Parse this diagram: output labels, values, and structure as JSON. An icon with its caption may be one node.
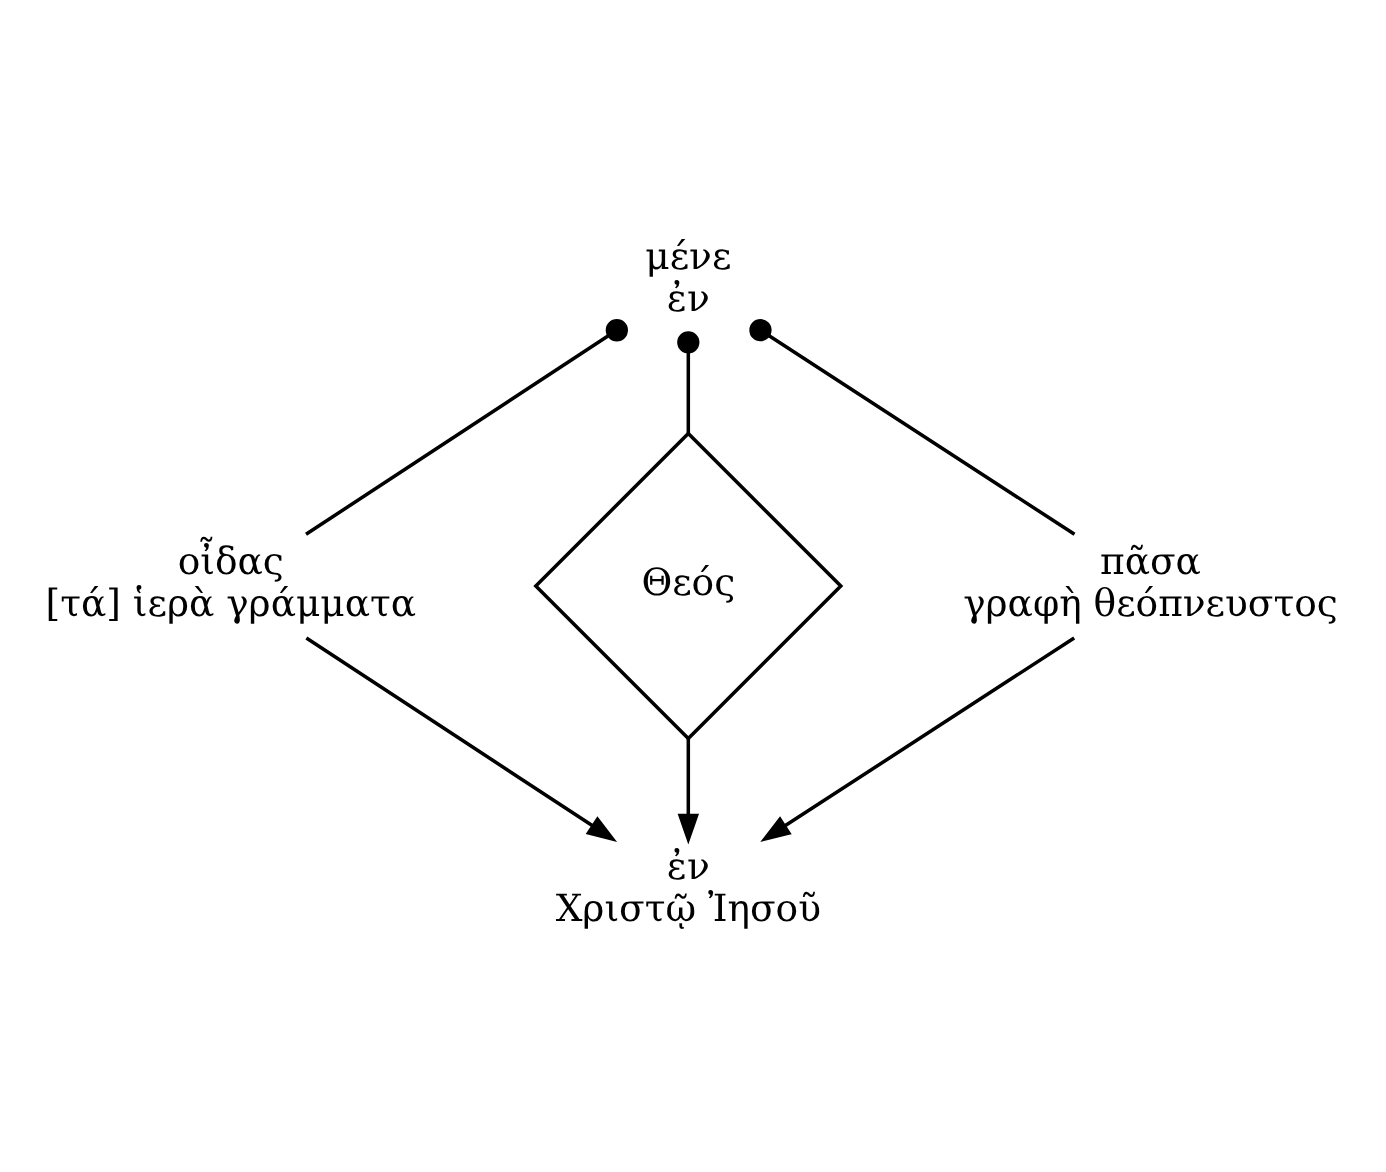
{
  "diagram": {
    "nodes": [
      {
        "text": [
          "μένε",
          "ἐν"
        ]
      },
      {
        "text": [
          "οἶδας",
          "[τά] ἱερὰ γράμματα"
        ]
      },
      {
        "text": [
          "Θεός"
        ]
      },
      {
        "text": [
          "πᾶσα",
          "γραφὴ θεόπνευστος"
        ]
      },
      {
        "text": [
          "ἐν",
          "Χριστῷ Ἰησοῦ"
        ]
      }
    ],
    "edges": [
      {
        "from": 0,
        "to": 1,
        "arrow": "other"
      },
      {
        "from": 0,
        "to": 2,
        "arrow": "other"
      },
      {
        "from": 0,
        "to": 3,
        "arrow": "other"
      },
      {
        "from": 1,
        "to": 4,
        "arrow": "to"
      },
      {
        "from": 2,
        "to": 4,
        "arrow": "to"
      },
      {
        "from": 3,
        "to": 4,
        "arrow": "to"
      }
    ]
  }
}
